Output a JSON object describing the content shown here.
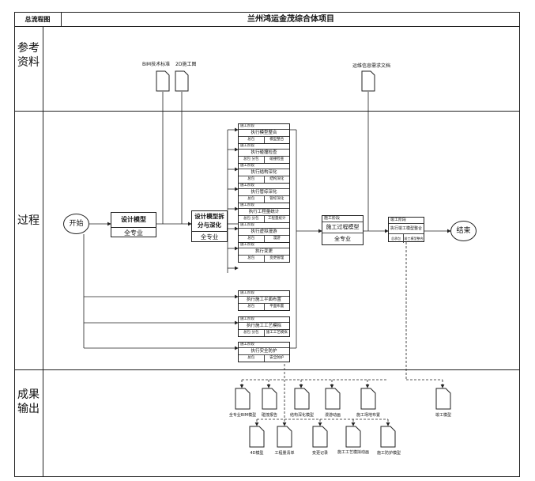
{
  "header": {
    "left": "总流程图",
    "title": "兰州鸿运金茂综合体项目"
  },
  "lanes": {
    "reference": "参考资料",
    "process": "过程",
    "output": "成果输出"
  },
  "references": {
    "bim_standard": "BIM技术标准",
    "drawings_2d": "2D施工图",
    "ops_doc": "运维信息需求文档"
  },
  "nodes": {
    "start": "开始",
    "end": "结束",
    "design_model": {
      "title": "设计模型",
      "sub": "全专业"
    },
    "split_model": {
      "title": "设计模型拆分与深化",
      "sub": "全专业"
    },
    "as_built": {
      "top": "施工阶段",
      "title": "施工过程模型",
      "sub": "全专业"
    },
    "completion": {
      "top": "竣工阶段",
      "title": "执行竣工模型整合",
      "left": "总承包",
      "right": "竣工模型整合"
    }
  },
  "tasks": [
    {
      "stage": "施工阶段",
      "title": "执行模型整合",
      "left": "总包",
      "right": "模型整合"
    },
    {
      "stage": "施工阶段",
      "title": "执行碰撞检查",
      "left": "总包 分包",
      "right": "碰撞检查"
    },
    {
      "stage": "施工阶段",
      "title": "执行结构深化",
      "left": "总包",
      "right": "结构深化"
    },
    {
      "stage": "施工阶段",
      "title": "执行管综深化",
      "left": "总包",
      "right": "管综深化"
    },
    {
      "stage": "施工阶段",
      "title": "执行工程量统计",
      "left": "总包 分包",
      "right": "工程量统计"
    },
    {
      "stage": "施工阶段",
      "title": "执行虚拟漫游",
      "left": "总包",
      "right": "漫游"
    },
    {
      "stage": "施工阶段",
      "title": "执行变更",
      "left": "总包",
      "right": "变更管理"
    },
    {
      "stage": "施工阶段",
      "title": "执行施工平面布置",
      "left": "总包",
      "right": "平面布置"
    },
    {
      "stage": "施工阶段",
      "title": "执行施工工艺模拟",
      "left": "总包 分包",
      "right": "施工工艺模拟"
    },
    {
      "stage": "施工阶段",
      "title": "执行安全防护",
      "left": "总包",
      "right": "安全防护"
    }
  ],
  "outputs_row1": [
    "全专业BIM模型",
    "碰撞报告",
    "结构深化模型",
    "漫游动画",
    "施工场地布置"
  ],
  "outputs_row2": [
    "4D模型",
    "工程量清单",
    "变更记录",
    "施工工艺模拟动画",
    "施工防护模型"
  ],
  "output_final": "竣工模型"
}
